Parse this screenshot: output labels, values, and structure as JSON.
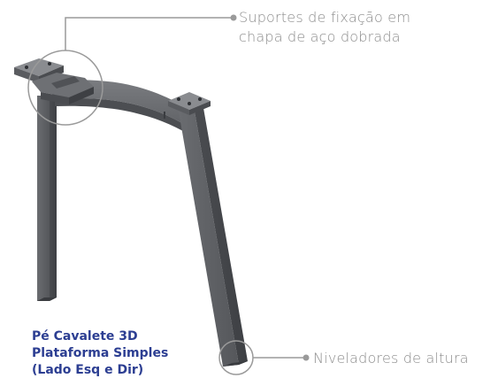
{
  "callouts": {
    "top": {
      "line1": "Suportes de fixação em",
      "line2": "chapa de aço dobrada"
    },
    "bottom": {
      "label": "Niveladores de altura"
    }
  },
  "product": {
    "title_line1": "Pé Cavalete 3D",
    "title_line2": "Plataforma Simples",
    "title_line3": "(Lado Esq e Dir)"
  },
  "colors": {
    "callout_text": "#8c8c8c",
    "product_title": "#2c3e92",
    "steel": "#5a5c60"
  }
}
